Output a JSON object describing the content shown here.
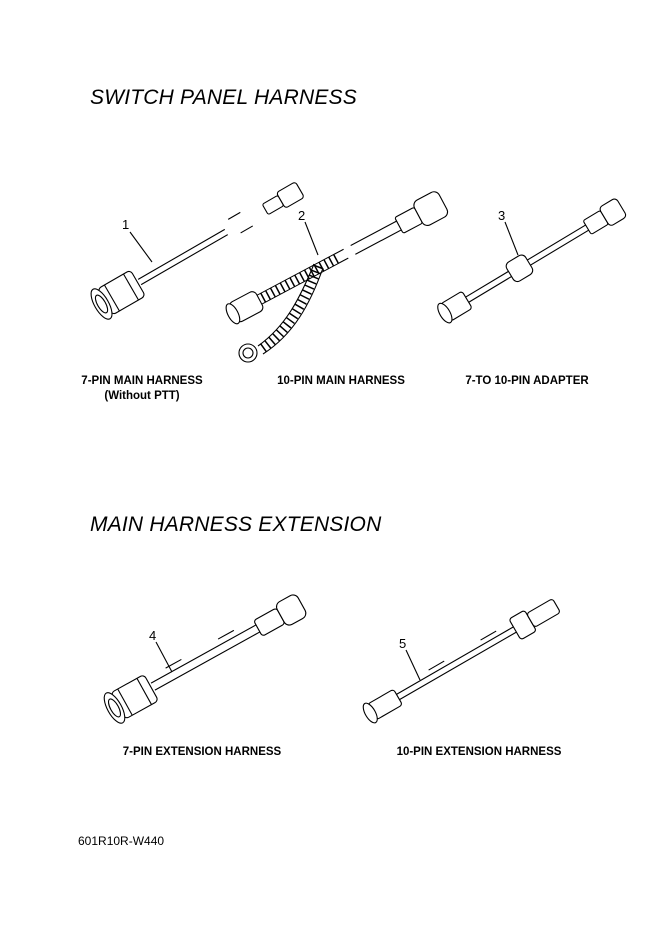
{
  "sections": [
    {
      "title": "SWITCH PANEL HARNESS"
    },
    {
      "title": "MAIN HARNESS EXTENSION"
    }
  ],
  "parts": [
    {
      "callout": "1",
      "name": "7-PIN MAIN HARNESS",
      "note": "(Without PTT)"
    },
    {
      "callout": "2",
      "name": "10-PIN MAIN HARNESS"
    },
    {
      "callout": "3",
      "name": "7-TO 10-PIN ADAPTER"
    },
    {
      "callout": "4",
      "name": "7-PIN EXTENSION HARNESS"
    },
    {
      "callout": "5",
      "name": "10-PIN EXTENSION HARNESS"
    }
  ],
  "footer": {
    "code": "601R10R-W440"
  }
}
